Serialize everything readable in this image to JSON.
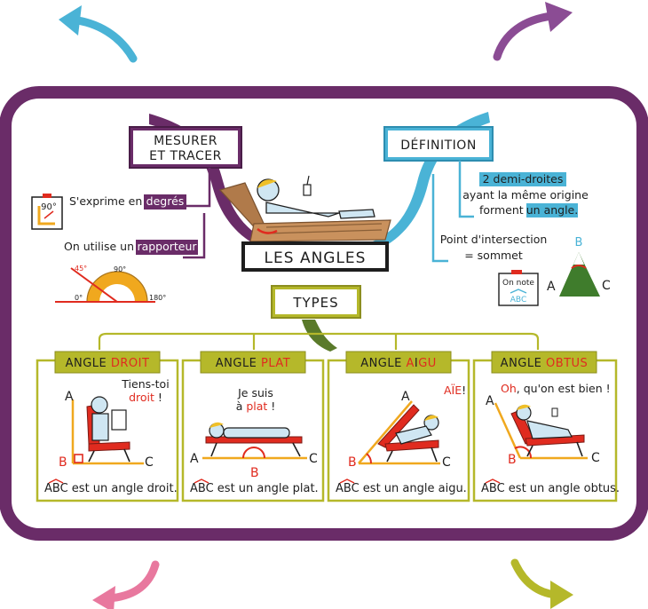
{
  "center": {
    "title": "LES ANGLES"
  },
  "types_label": "TYPES",
  "measure": {
    "title_line1": "MESURER",
    "title_line2": "ET TRACER",
    "line1_pre": "S'exprime en",
    "line1_hl": "degrés",
    "line2_pre": "On utilise un",
    "line2_hl": "rapporteur",
    "square_label": "90°",
    "protractor": {
      "a45": "45°",
      "a90": "90°",
      "a0": "0°",
      "a180": "180°"
    }
  },
  "definition": {
    "title": "DÉFINITION",
    "line1": "2 demi-droites",
    "line2": "ayant la même origine",
    "line3_pre": "forment",
    "line3_hl": "un angle.",
    "point_line1": "Point d'intersection",
    "point_line2": "= sommet",
    "note_label": "On note",
    "note_abc": "ABC",
    "vertices": {
      "a": "A",
      "b": "B",
      "c": "C"
    }
  },
  "types": [
    {
      "title_pre": "ANGLE ",
      "title_hl": "DROIT",
      "bubble_line1": "Tiens-toi",
      "bubble_line2_hl": "droit",
      "bubble_line2_post": " !",
      "a": "A",
      "b": "B",
      "c": "C",
      "caption_abc": "ABC",
      "caption": " est un angle droit."
    },
    {
      "title_pre": "ANGLE ",
      "title_hl": "PLAT",
      "bubble_line1": "Je suis",
      "bubble_line2_pre": "à ",
      "bubble_line2_hl": "plat",
      "bubble_line2_post": " !",
      "a": "A",
      "b": "B",
      "c": "C",
      "caption_abc": "ABC",
      "caption": " est un angle plat."
    },
    {
      "title_pre": "ANGLE ",
      "title_hl1": "A",
      "title_mid": "I",
      "title_hl2": "GU",
      "bubble_hl": "AÏE",
      "bubble_post": "!",
      "a": "A",
      "b": "B",
      "c": "C",
      "caption_abc": "ABC",
      "caption": " est un angle aigu."
    },
    {
      "title_pre": "ANGLE ",
      "title_hl1": "O",
      "title_hl2": "BTUS",
      "bubble_hl": "Oh",
      "bubble_post": ", qu'on est bien !",
      "a": "A",
      "b": "B",
      "c": "C",
      "caption_abc": "ABC",
      "caption": " est un angle obtus."
    }
  ],
  "colors": {
    "frame": "#6a2c68",
    "purple": "#6a2c68",
    "blue": "#4ab3d6",
    "olive": "#b5b82a",
    "red": "#e02b1f",
    "pink": "#e8789e",
    "orange": "#f0a81e",
    "green": "#3f7c2c"
  },
  "arrows": [
    "blue-arrow",
    "purple-arrow",
    "pink-arrow",
    "olive-arrow"
  ]
}
